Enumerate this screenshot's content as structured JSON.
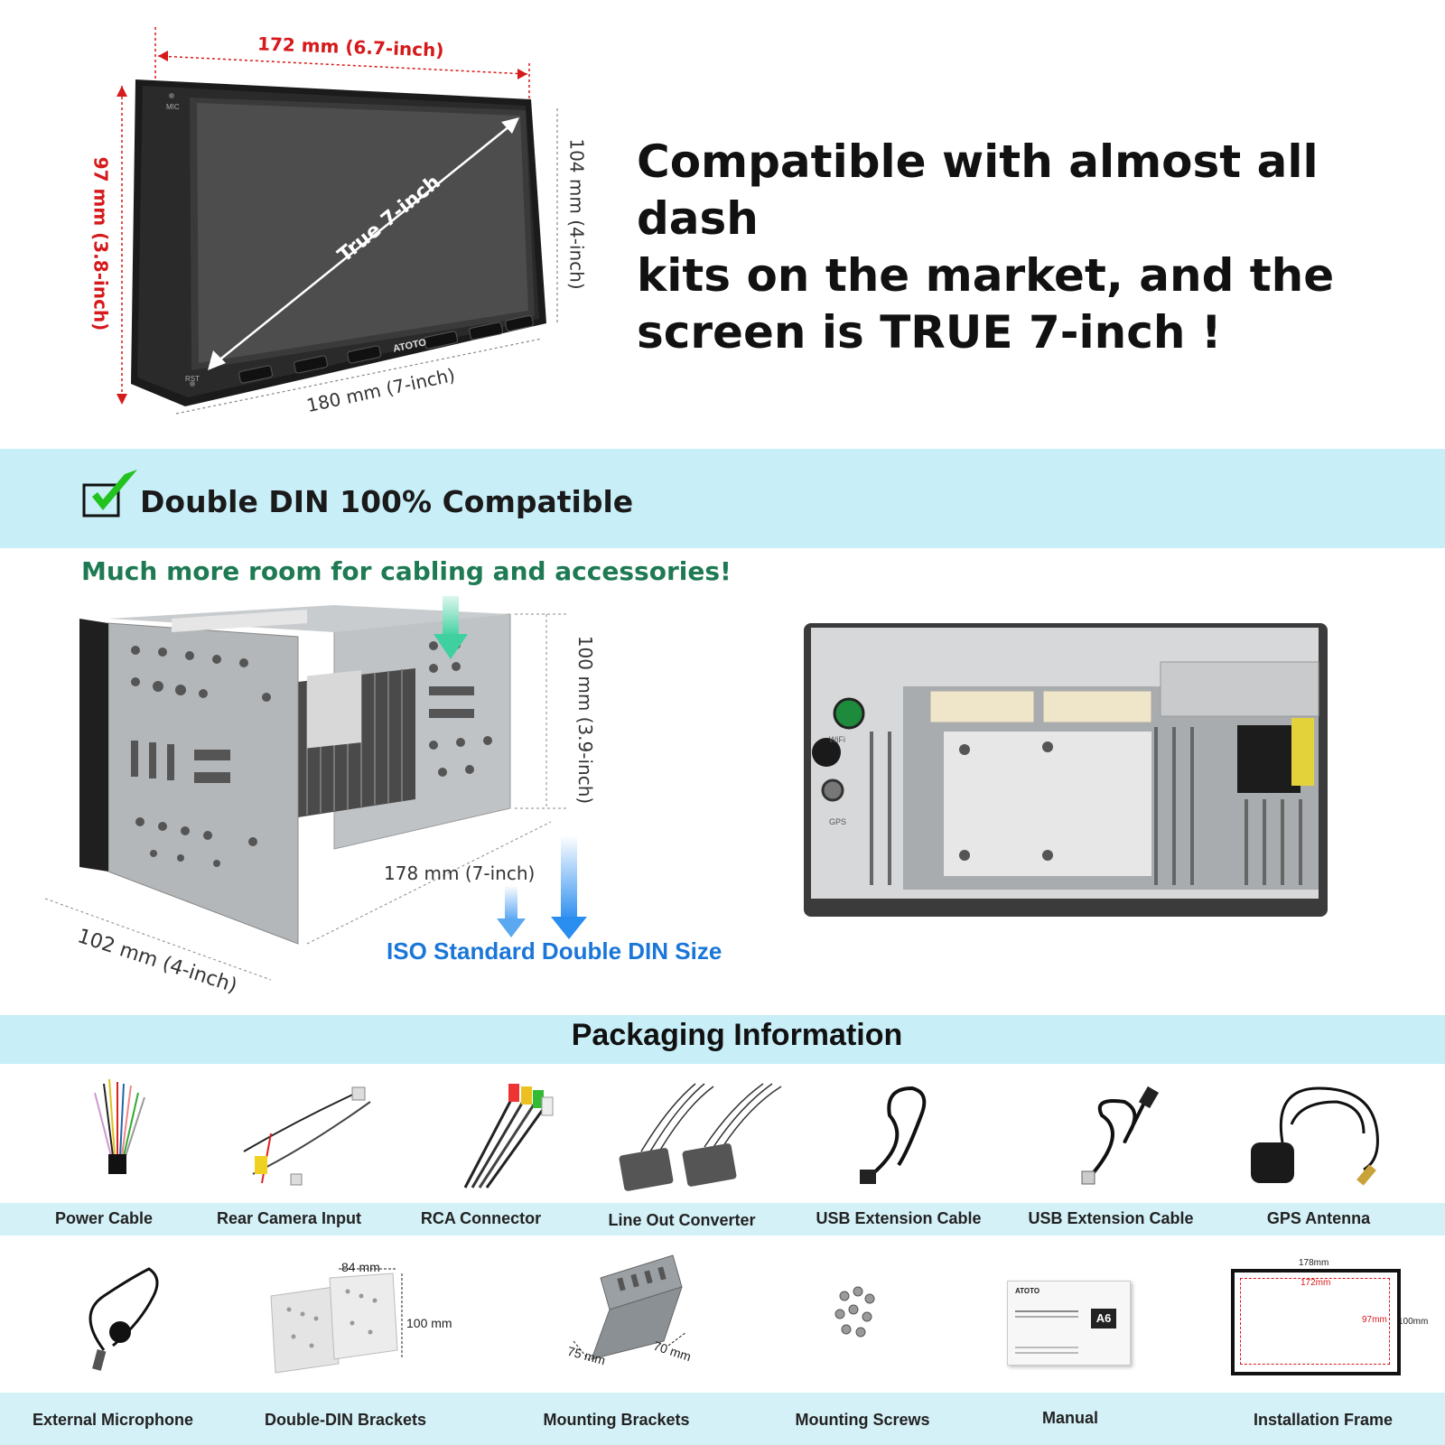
{
  "hero": {
    "screen_width_label": "172 mm (6.7-inch)",
    "screen_height_label": "97 mm (3.8-inch)",
    "unit_height_label": "104 mm (4-inch)",
    "unit_width_label": "180 mm (7-inch)",
    "diagonal_label": "True 7-inch",
    "brand": "ATOTO",
    "mic_label": "MIC",
    "rst_label": "RST",
    "headline_lines": [
      "Compatible with almost all dash",
      "kits on the market, and the",
      "screen is TRUE 7-inch !"
    ]
  },
  "din": {
    "title": "Double DIN 100% Compatible",
    "subtitle": "Much more room for cabling and accessories!",
    "height_label": "100 mm (3.9-inch)",
    "width_label": "178 mm (7-inch)",
    "depth_label": "102 mm (4-inch)",
    "iso_label": "ISO Standard Double DIN Size",
    "rear_port_labels": [
      "WiFi",
      "GPS"
    ]
  },
  "packaging": {
    "title": "Packaging Information",
    "row1": [
      "Power Cable",
      "Rear Camera Input",
      "RCA Connector",
      "Line Out Converter",
      "USB Extension Cable",
      "USB Extension Cable",
      "GPS Antenna"
    ],
    "row2": [
      "External Microphone",
      "Double-DIN Brackets",
      "Mounting Brackets",
      "Mounting Screws",
      "Manual",
      "Installation Frame"
    ],
    "bracket_dims": {
      "width": "84 mm",
      "height": "100 mm"
    },
    "mount_dims": {
      "a": "75 mm",
      "b": "70 mm"
    },
    "manual_badge": "A6",
    "manual_brand": "ATOTO",
    "frame_dims": {
      "outer_w": "178mm",
      "inner_w": "172mm",
      "inner_h": "97mm",
      "outer_h": "100mm"
    }
  },
  "colors": {
    "band": "#c8eef7",
    "accent_red": "#d6191b",
    "accent_green": "#1e7a53",
    "iso_blue": "#1a76d8"
  }
}
